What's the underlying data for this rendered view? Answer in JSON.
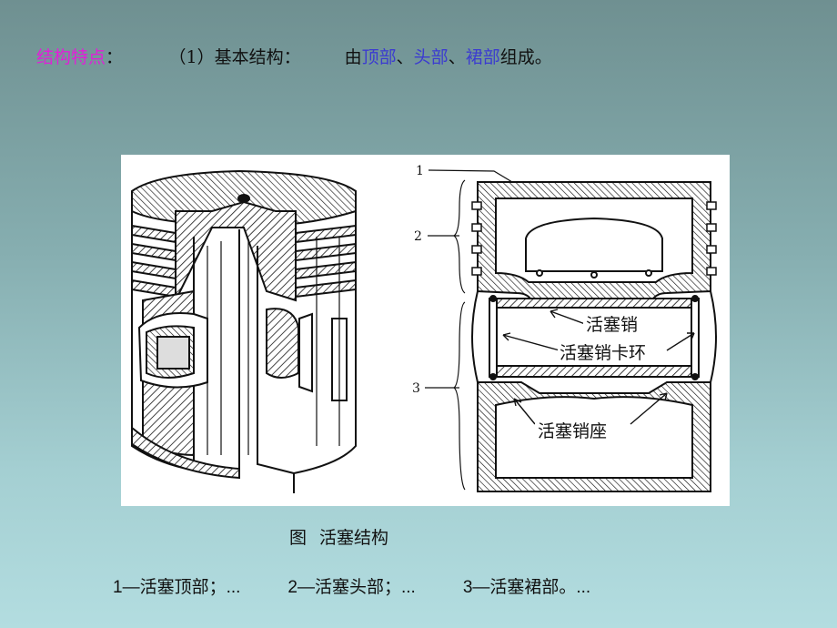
{
  "heading": {
    "label": "结构特点",
    "colon": "：",
    "basic": "（1）基本结构：",
    "prefix": "由",
    "part1": "顶部",
    "sep1": "、",
    "part2": "头部",
    "sep2": "、",
    "part3": "裙部",
    "suffix": "组成。"
  },
  "figure": {
    "numbers": [
      "1",
      "2",
      "3"
    ],
    "callouts": {
      "pin": "活塞销",
      "clip": "活塞销卡环",
      "boss": "活塞销座"
    }
  },
  "caption": {
    "prefix": "图",
    "title": "活塞结构"
  },
  "legend": [
    "1—活塞顶部；...",
    "2—活塞头部；...",
    "3—活塞裙部。..."
  ],
  "colors": {
    "label": "#e020d8",
    "highlight": "#3b3bd0"
  }
}
